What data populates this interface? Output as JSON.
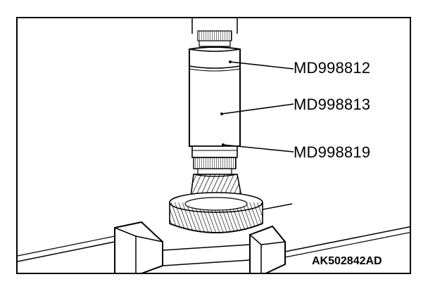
{
  "callouts": [
    {
      "label": "MD998812"
    },
    {
      "label": "MD998813"
    },
    {
      "label": "MD998819"
    }
  ],
  "figure_code": "AK502842AD",
  "colors": {
    "line": "#000000",
    "background": "#ffffff"
  }
}
